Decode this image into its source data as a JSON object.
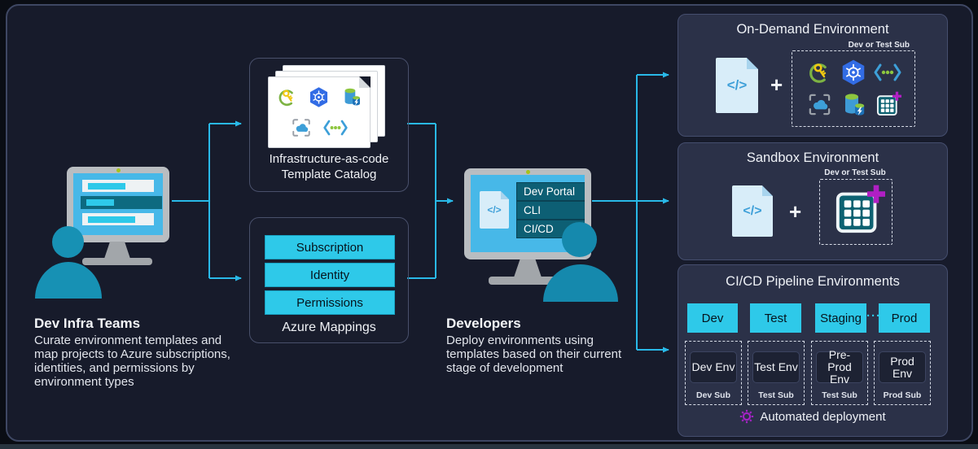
{
  "left_actor": {
    "title": "Dev Infra Teams",
    "description": "Curate environment templates and map projects to Azure subscriptions, identities, and permissions by environment types"
  },
  "catalog": {
    "label_line1": "Infrastructure-as-code",
    "label_line2": "Template Catalog",
    "icons": [
      "key-icon",
      "kubernetes-icon",
      "database-icon",
      "resource-group-icon",
      "code-icon"
    ]
  },
  "mappings": {
    "buttons": [
      "Subscription",
      "Identity",
      "Permissions"
    ],
    "label": "Azure Mappings"
  },
  "developers": {
    "title": "Developers",
    "description": "Deploy environments using templates based on their current stage of development",
    "screen_items": [
      "Dev Portal",
      "CLI",
      "CI/CD"
    ]
  },
  "on_demand": {
    "title": "On-Demand Environment",
    "sub_label": "Dev or Test Sub",
    "plus": "+",
    "icons": [
      "key-icon",
      "kubernetes-icon",
      "code-icon",
      "resource-group-icon",
      "database-icon",
      "grid-plus-icon"
    ]
  },
  "sandbox": {
    "title": "Sandbox Environment",
    "sub_label": "Dev or Test Sub",
    "plus": "+",
    "icons": [
      "grid-plus-icon"
    ]
  },
  "cicd": {
    "title": "CI/CD Pipeline Environments",
    "ellipsis": "···",
    "footer": "Automated deployment",
    "footer_icon": "gear-icon",
    "stages": [
      {
        "label": "Dev",
        "env": "Dev Env",
        "sub": "Dev Sub"
      },
      {
        "label": "Test",
        "env": "Test Env",
        "sub": "Test Sub"
      },
      {
        "label": "Staging",
        "env": "Pre-Prod Env",
        "sub": "Test Sub"
      },
      {
        "label": "Prod",
        "env": "Prod Env",
        "sub": "Prod Sub"
      }
    ]
  },
  "glyphs": {
    "code": "</>"
  },
  "colors": {
    "accent_cyan": "#29b9e8",
    "button_cyan": "#2ec9e9",
    "panel_bg": "#171b2b",
    "card_bg": "#2b3148",
    "screen_blue": "#47b8e8",
    "teal_bar": "#0d5f74",
    "person_teal": "#1791b4",
    "gear_purple": "#a423c4",
    "kubernetes_blue": "#326ce5",
    "key_green": "#7db343",
    "key_yellow": "#f2c811",
    "dot_green": "#8dc63f"
  }
}
